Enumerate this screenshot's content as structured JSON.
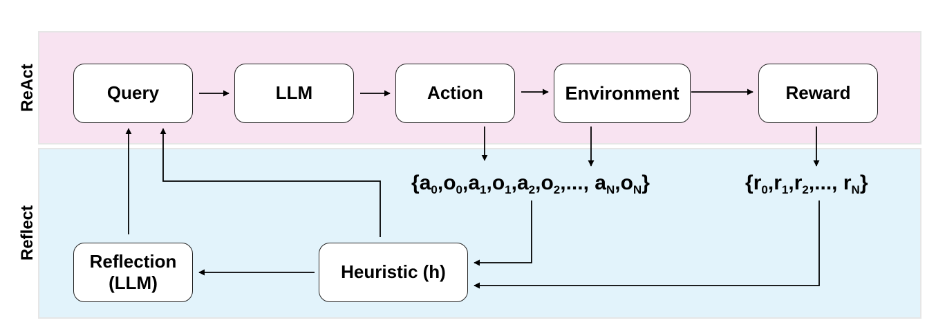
{
  "sections": {
    "react_label": "ReAct",
    "reflect_label": "Reflect"
  },
  "nodes": {
    "query": "Query",
    "llm": "LLM",
    "action": "Action",
    "environment": "Environment",
    "reward": "Reward",
    "heuristic": "Heuristic (h)",
    "reflection_line1": "Reflection",
    "reflection_line2": "(LLM)"
  },
  "sequences": {
    "trajectory": [
      {
        "t": "{"
      },
      {
        "t": "a"
      },
      {
        "s": "0"
      },
      {
        "t": ","
      },
      {
        "t": "o"
      },
      {
        "s": "0"
      },
      {
        "t": ","
      },
      {
        "t": "a"
      },
      {
        "s": "1"
      },
      {
        "t": ","
      },
      {
        "t": "o"
      },
      {
        "s": "1"
      },
      {
        "t": ","
      },
      {
        "t": "a"
      },
      {
        "s": "2"
      },
      {
        "t": ","
      },
      {
        "t": "o"
      },
      {
        "s": "2"
      },
      {
        "t": ",..., "
      },
      {
        "t": "a"
      },
      {
        "s": "N"
      },
      {
        "t": ","
      },
      {
        "t": "o"
      },
      {
        "s": "N"
      },
      {
        "t": "}"
      }
    ],
    "rewards": [
      {
        "t": "{"
      },
      {
        "t": "r"
      },
      {
        "s": "0"
      },
      {
        "t": ","
      },
      {
        "t": "r"
      },
      {
        "s": "1"
      },
      {
        "t": ","
      },
      {
        "t": "r"
      },
      {
        "s": "2"
      },
      {
        "t": ",..., "
      },
      {
        "t": "r"
      },
      {
        "s": "N"
      },
      {
        "t": "}"
      }
    ]
  },
  "colors": {
    "react_band": "#f8e3f1",
    "reflect_band": "#e2f3fb",
    "arrow": "#000000"
  }
}
